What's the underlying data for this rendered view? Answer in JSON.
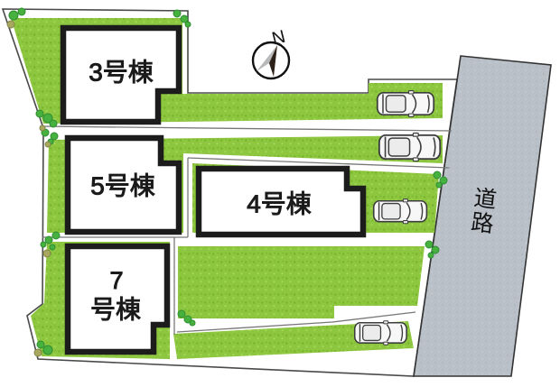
{
  "site_plan": {
    "compass": {
      "north_label": "N"
    },
    "road": {
      "label": "道路"
    },
    "lots": [
      {
        "building_label": "3号棟"
      },
      {
        "building_label": "5号棟"
      },
      {
        "building_label": "4号棟"
      },
      {
        "building_label": "7号棟",
        "label_line1": "7",
        "label_line2": "号棟"
      }
    ],
    "colors": {
      "lawn": "#8dc63f",
      "lawn_dot_dark": "#79b42d",
      "lawn_dot_light": "#a6d75c",
      "road": "#bac0c8",
      "road_dot": "#adb4bc",
      "outline": "#4a4a4a",
      "divider": "#787878",
      "building_border": "#1c1c1c",
      "bush": "#46b13e",
      "bush_edge": "#2e8e33",
      "bush_olive": "#a8a95f",
      "bush_olive_edge": "#83854a",
      "car_body": "#f7f7f7",
      "car_line": "#3d3d3d"
    }
  }
}
